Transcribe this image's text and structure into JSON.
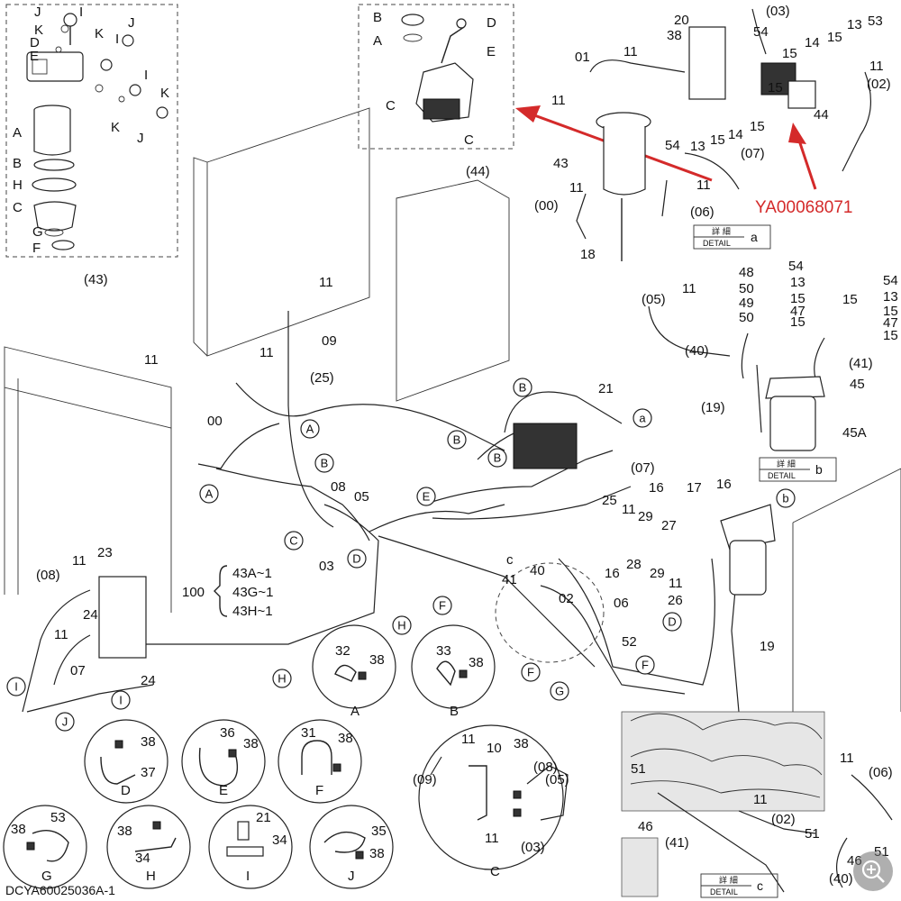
{
  "footer_code": "DCYA60025036A-1",
  "highlight": {
    "code": "YA00068071",
    "color": "#d42a2a"
  },
  "detail_boxes": {
    "a": {
      "jp": "詳 細",
      "en": "DETAIL",
      "letter": "a"
    },
    "b": {
      "jp": "詳 細",
      "en": "DETAIL",
      "letter": "b"
    },
    "c": {
      "jp": "詳 細",
      "en": "DETAIL",
      "letter": "c"
    }
  },
  "bracket_group": {
    "qty": "100",
    "items": [
      "43A~1",
      "43G~1",
      "43H~1"
    ]
  },
  "callout_circles": [
    "A",
    "B",
    "C",
    "D",
    "E",
    "F",
    "G",
    "H",
    "I",
    "J",
    "a",
    "b"
  ],
  "labels_inset43": [
    "J",
    "I",
    "K",
    "J",
    "D",
    "E",
    "K",
    "I",
    "I",
    "K",
    "K",
    "J",
    "A",
    "B",
    "H",
    "C",
    "G",
    "F",
    "(43)"
  ],
  "labels_inset44": [
    "B",
    "A",
    "D",
    "E",
    "C",
    "C",
    "(44)"
  ],
  "labels_detail_a": [
    "20",
    "(03)",
    "53",
    "13",
    "15",
    "14",
    "15",
    "54",
    "38",
    "01",
    "11",
    "11",
    "(02)",
    "11",
    "15",
    "44",
    "15",
    "43",
    "54",
    "13",
    "15",
    "14",
    "(07)",
    "11",
    "11",
    "(00)",
    "(06)",
    "18"
  ],
  "labels_detail_b": [
    "54",
    "13",
    "15",
    "48",
    "50",
    "49",
    "50",
    "11",
    "54",
    "13",
    "15",
    "47",
    "15",
    "15",
    "47",
    "15",
    "(05)",
    "(40)",
    "(41)",
    "45",
    "(19)",
    "45A"
  ],
  "labels_main": [
    "11",
    "09",
    "11",
    "11",
    "(25)",
    "00",
    "21",
    "(07)",
    "08",
    "05",
    "03",
    "16",
    "25",
    "11",
    "29",
    "27",
    "17",
    "16",
    "16",
    "28",
    "29",
    "11",
    "26",
    "40",
    "41",
    "02",
    "06",
    "52",
    "19",
    "23",
    "11",
    "(08)",
    "24",
    "11",
    "07",
    "24",
    "c"
  ],
  "labels_details_bottom": [
    "32",
    "38",
    "A",
    "33",
    "38",
    "B",
    "38",
    "37",
    "D",
    "36",
    "38",
    "E",
    "31",
    "38",
    "F",
    "11",
    "10",
    "38",
    "(09)",
    "(08)",
    "(05)",
    "11",
    "(03)",
    "C",
    "38",
    "53",
    "G",
    "38",
    "34",
    "H",
    "21",
    "34",
    "I",
    "35",
    "38",
    "J"
  ],
  "labels_detail_c": [
    "11",
    "(06)",
    "51",
    "11",
    "46",
    "(02)",
    "(41)",
    "51",
    "46",
    "(40)",
    "51"
  ],
  "zoom_icon": "zoom-in-icon"
}
